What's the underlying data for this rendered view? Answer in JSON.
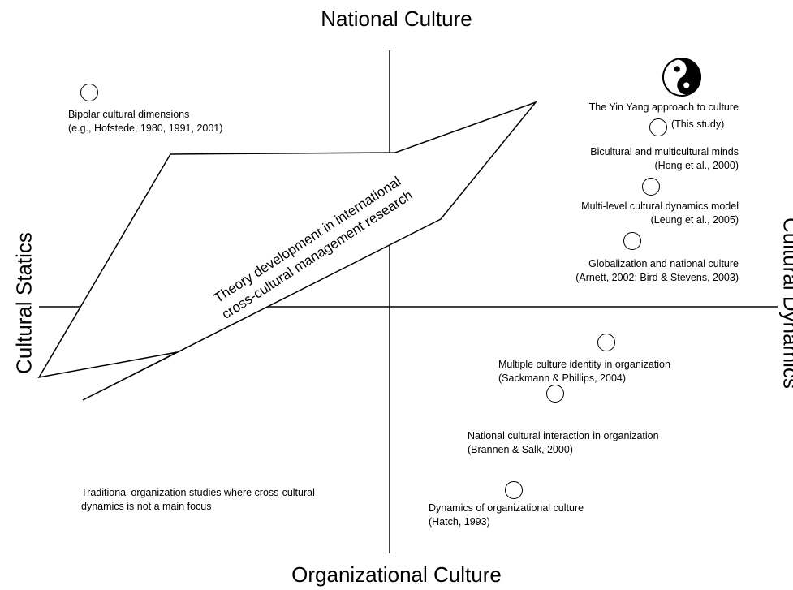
{
  "axes": {
    "top": "National Culture",
    "bottom": "Organizational Culture",
    "left": "Cultural Statics",
    "right": "Cultural Dynamics"
  },
  "arrow": {
    "line1": "Theory development in international",
    "line2": "cross-cultural management research"
  },
  "items": {
    "bipolar": {
      "line1": "Bipolar cultural dimensions",
      "line2": "(e.g., Hofstede, 1980, 1991, 2001)"
    },
    "yinyang": {
      "line1": "The Yin Yang approach to culture",
      "line2": "(This study)"
    },
    "bicultural": {
      "line1": "Bicultural and multicultural minds",
      "line2": "(Hong et al., 2000)"
    },
    "multilevel": {
      "line1": "Multi-level cultural dynamics model",
      "line2": "(Leung et al., 2005)"
    },
    "globalization": {
      "line1": "Globalization and national culture",
      "line2": "(Arnett, 2002; Bird & Stevens, 2003)"
    },
    "multiple_identity": {
      "line1": "Multiple culture identity in organization",
      "line2": "(Sackmann & Phillips, 2004)"
    },
    "national_interaction": {
      "line1": "National cultural interaction in organization",
      "line2": "(Brannen & Salk, 2000)"
    },
    "dynamics_org": {
      "line1": "Dynamics of organizational culture",
      "line2": "(Hatch, 1993)"
    },
    "traditional": {
      "line1": "Traditional organization studies where cross-cultural",
      "line2": "dynamics is not a main focus"
    }
  }
}
